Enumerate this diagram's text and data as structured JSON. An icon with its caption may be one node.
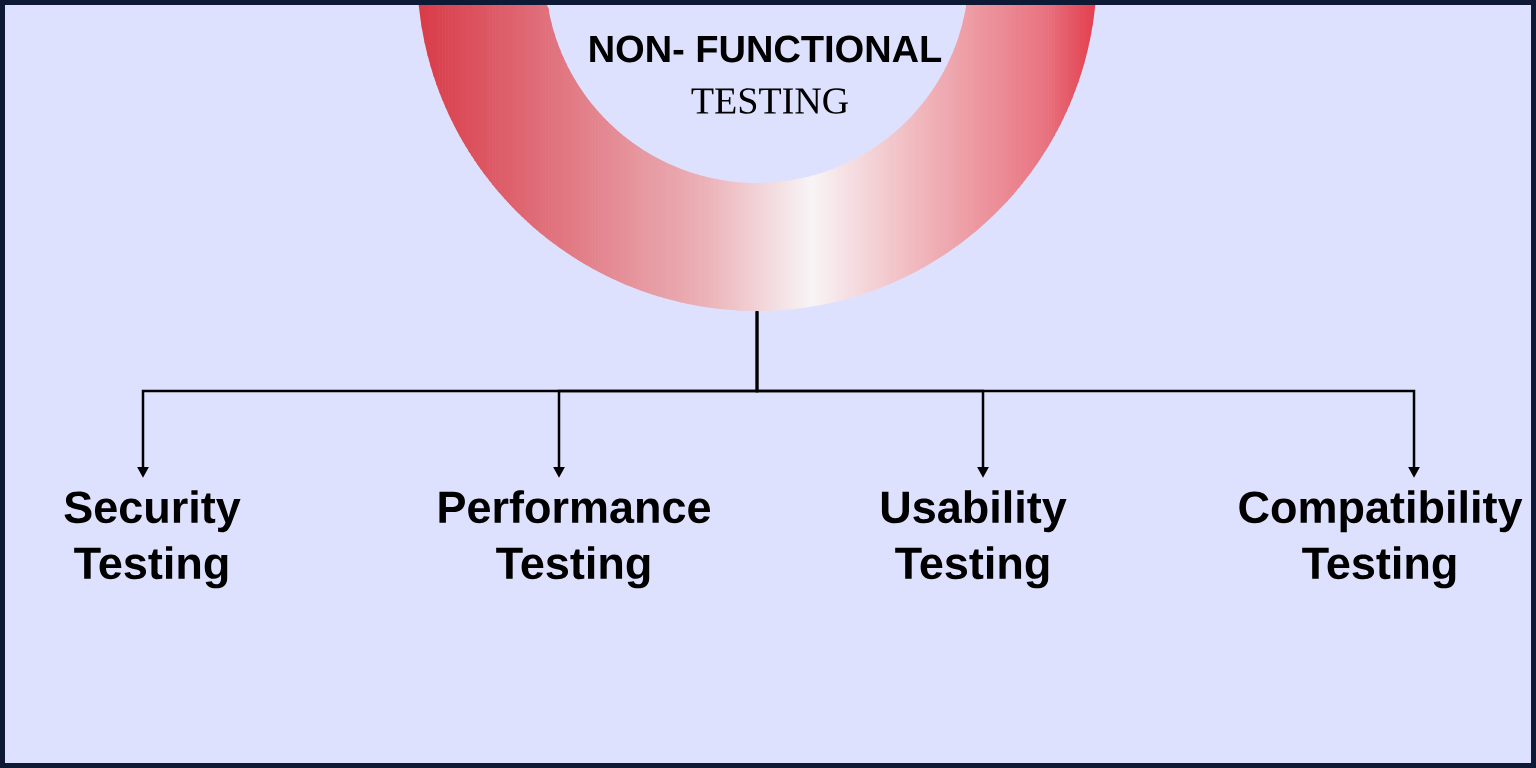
{
  "diagram": {
    "nodes": [
      {
        "text": [
          "NON- FUNCTIONAL",
          "TESTING"
        ]
      },
      {
        "text": [
          "Security Testing"
        ]
      },
      {
        "text": [
          "Performance Testing"
        ]
      },
      {
        "text": [
          "Usability Testing"
        ]
      },
      {
        "text": [
          "Compatibility Testing"
        ]
      }
    ],
    "edges": [
      {
        "from": 0,
        "to": 1,
        "arrow": "to"
      },
      {
        "from": 0,
        "to": 2,
        "arrow": "to"
      },
      {
        "from": 0,
        "to": 3,
        "arrow": "to"
      },
      {
        "from": 0,
        "to": 4,
        "arrow": "to"
      }
    ]
  }
}
